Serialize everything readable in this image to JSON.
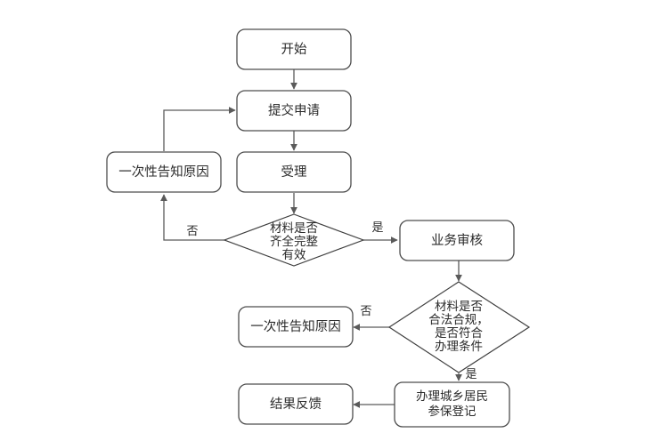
{
  "diagram": {
    "type": "flowchart",
    "title_visible": false,
    "background_color": "#ffffff",
    "node_fill": "#ffffff",
    "node_stroke": "#4d4d4d",
    "line_color": "#5a5a5a",
    "text_color": "#2b2b2b",
    "nodes": {
      "start": {
        "label": "开始",
        "shape": "rounded-rect"
      },
      "submit": {
        "label": "提交申请",
        "shape": "rounded-rect"
      },
      "accept": {
        "label": "受理",
        "shape": "rounded-rect"
      },
      "notify_left": {
        "label": "一次性告知原因",
        "shape": "rounded-rect"
      },
      "decision_materials": {
        "shape": "diamond",
        "line1": "材料是否",
        "line2": "齐全完整",
        "line3": "有效"
      },
      "business_review": {
        "label": "业务审核",
        "shape": "rounded-rect"
      },
      "decision_compliance": {
        "shape": "diamond",
        "line1": "材料是否",
        "line2": "合法合规，",
        "line3": "是否符合",
        "line4": "办理条件"
      },
      "notify_second": {
        "label": "一次性告知原因",
        "shape": "rounded-rect"
      },
      "register": {
        "shape": "rounded-rect",
        "line1": "办理城乡居民",
        "line2": "参保登记"
      },
      "result": {
        "label": "结果反馈",
        "shape": "rounded-rect"
      }
    },
    "edge_labels": {
      "materials_no": "否",
      "materials_yes": "是",
      "compliance_no": "否",
      "compliance_yes": "是"
    }
  }
}
